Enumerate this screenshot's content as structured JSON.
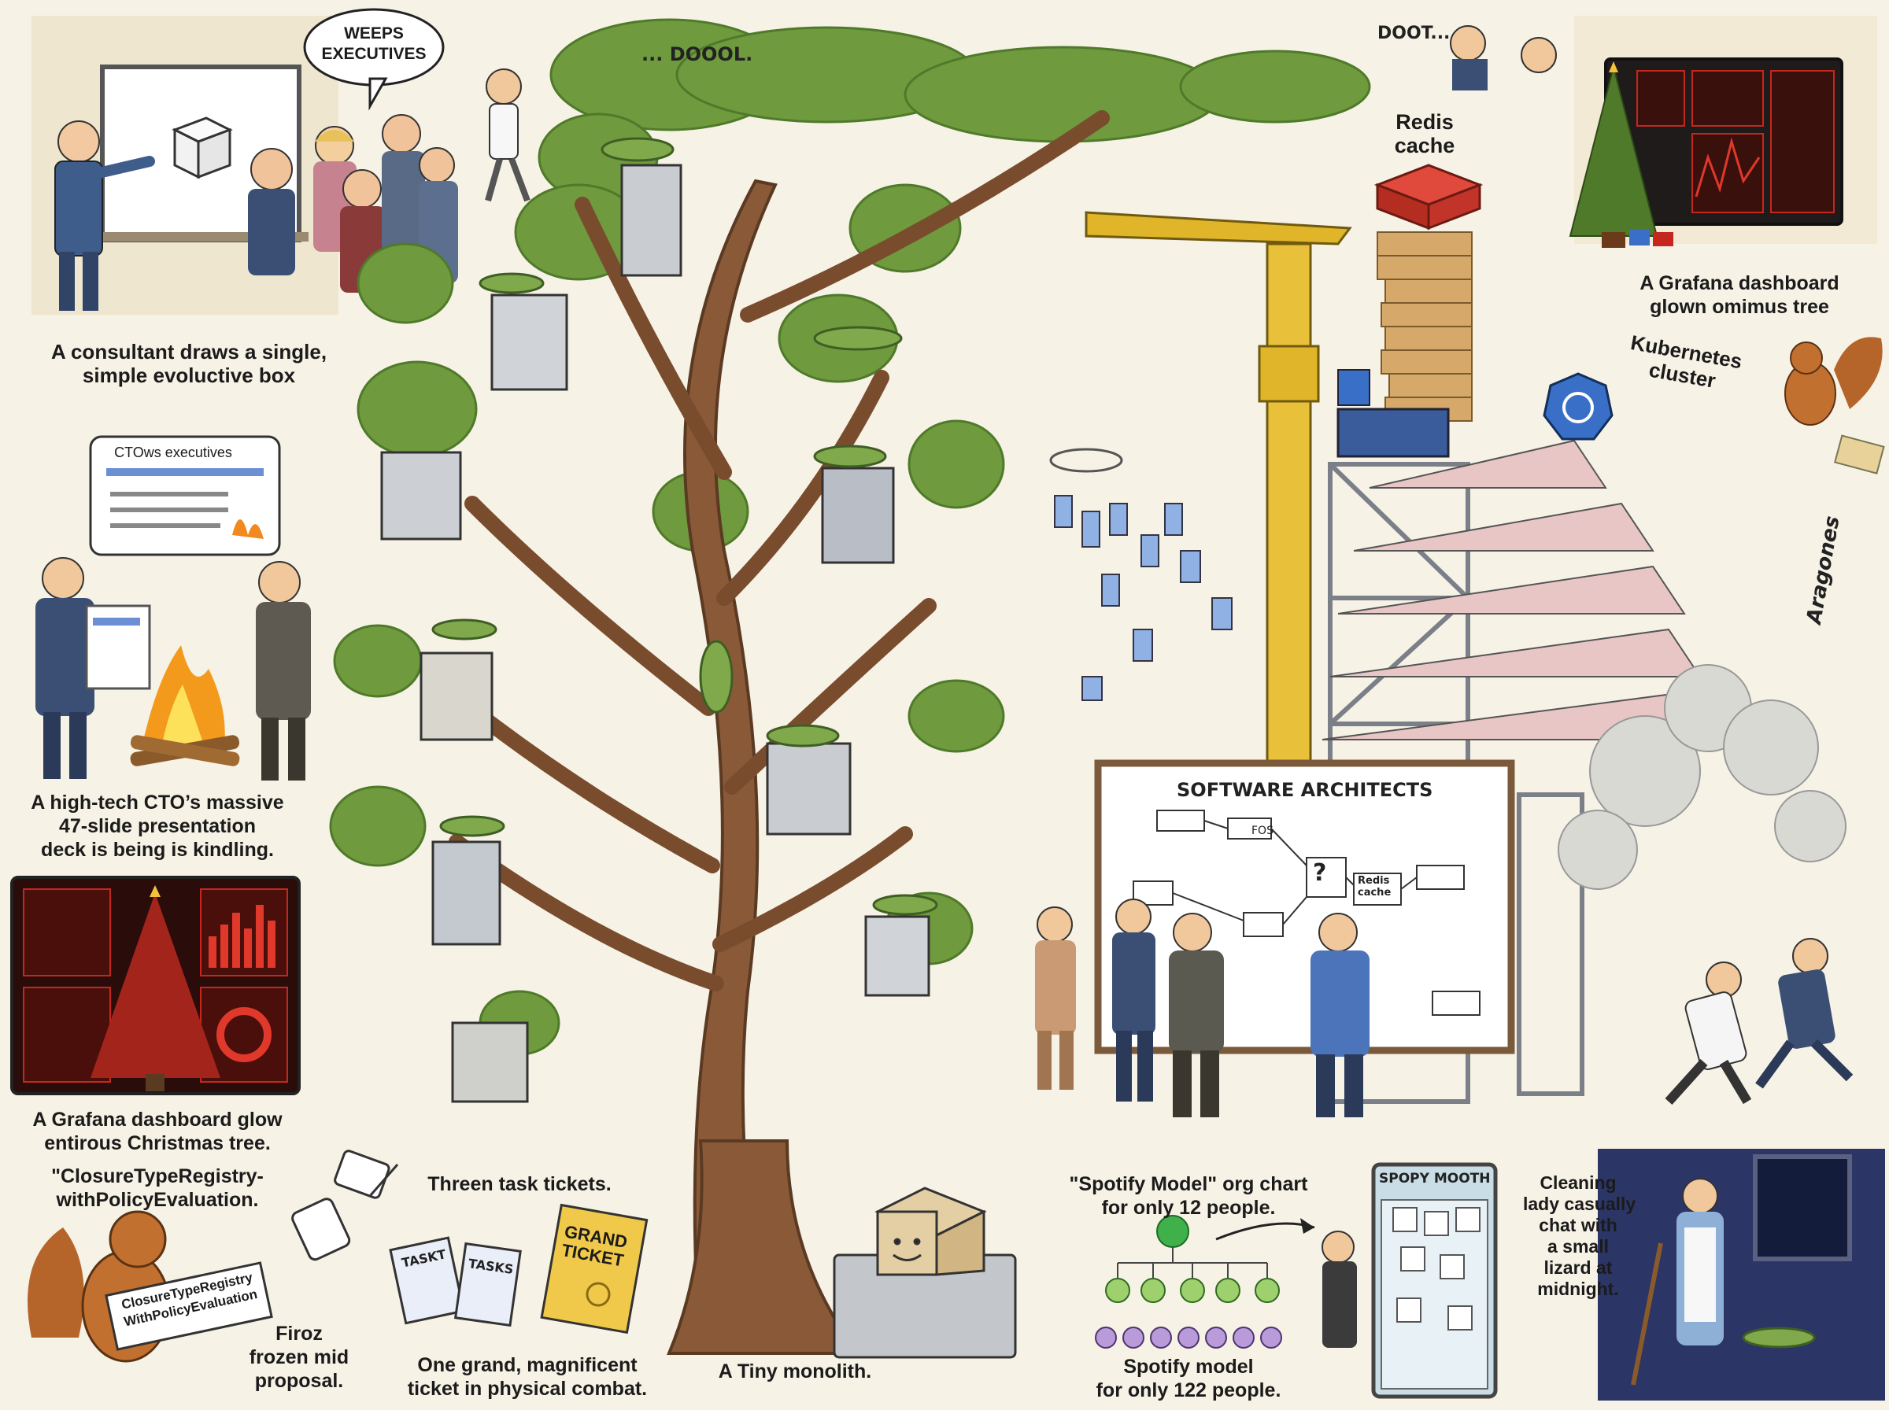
{
  "credit": "Aragones",
  "panels": {
    "consultant": {
      "bubble": "WEEPS EXECUTIVES",
      "caption": [
        "A consultant draws a single,",
        "simple evoluctive box"
      ]
    },
    "cto_deck": {
      "slide_title": "CTOws executives",
      "caption": [
        "A high-tech CTO’s massive",
        "47-slide presentation",
        "deck is being is kindling."
      ]
    },
    "grafana_left": {
      "caption": [
        "A Grafana dashboard glow",
        "entirous Christmas tree."
      ]
    },
    "squirrel": {
      "quote": [
        "\"ClosureTypeRegistry-",
        "withPolicyEvaluation."
      ],
      "sign": [
        "ClosureTypeRegistry",
        "WithPolicyEvaluation"
      ],
      "caption": [
        "Firoz",
        "frozen mid",
        "proposal."
      ]
    },
    "tickets": {
      "top_caption": "Threen task tickets.",
      "small_ticket_1": "TASKT",
      "small_ticket_2": "TASKS",
      "grand_ticket": [
        "GRAND",
        "TICKET"
      ],
      "caption": [
        "One grand, magnificent",
        "ticket in physical combat."
      ]
    },
    "phone_man": {
      "text": "... DOOOL."
    },
    "monolith": {
      "caption": "A Tiny monolith."
    },
    "redis": {
      "label": [
        "Redis",
        "cache"
      ]
    },
    "doot": {
      "text": "DOOT..."
    },
    "grafana_right": {
      "caption": [
        "A Grafana dashboard",
        "glown omimus tree"
      ]
    },
    "kubernetes": {
      "label": [
        "Kubernetes",
        "cluster"
      ]
    },
    "architects": {
      "board_title": "SOFTWARE ARCHITECTS",
      "board_notes": [
        "?",
        "Redis cache",
        "FOS"
      ]
    },
    "spotify": {
      "top_caption": [
        "\"Spotify Model\" org chart",
        "for only 12 people."
      ],
      "bottom_caption": [
        "Spotify model",
        "for only 122 people."
      ]
    },
    "booth": {
      "sign": "SPOPY MOOTH"
    },
    "cleaning": {
      "caption": [
        "Cleaning",
        "lady casually",
        "chat with",
        "a small",
        "lizard at",
        "midnight."
      ]
    }
  },
  "colors": {
    "paper": "#f7f2e6",
    "ink": "#1b1b1b",
    "trunk": "#8a5a38",
    "leaf": "#6f9a3e",
    "leaf_dark": "#4f7a2a",
    "lizard": "#7fa94a",
    "crane": "#e0b52a",
    "redis_red": "#d23a2f",
    "k8s_blue": "#3a6fc7",
    "grafana_red": "#c4271d",
    "spotify_green": "#3fb04a",
    "night": "#2b3566"
  }
}
